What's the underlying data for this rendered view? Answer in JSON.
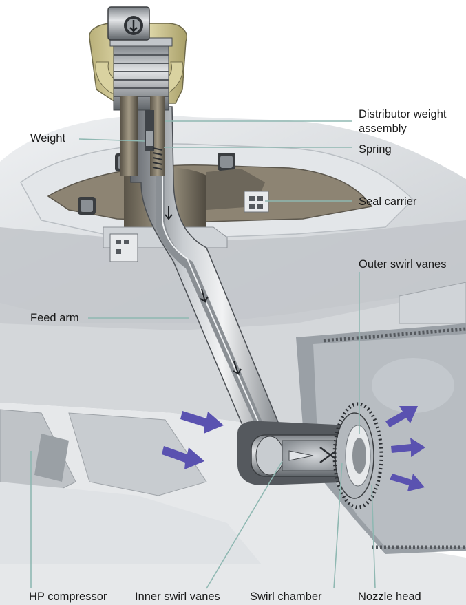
{
  "labels": {
    "distributor_line1": "Distributor weight",
    "distributor_line2": "assembly",
    "weight": "Weight",
    "spring": "Spring",
    "seal_carrier": "Seal carrier",
    "outer_swirl_vanes": "Outer swirl vanes",
    "feed_arm": "Feed arm",
    "hp_compressor": "HP compressor",
    "inner_swirl_vanes": "Inner swirl vanes",
    "swirl_chamber": "Swirl chamber",
    "nozzle_head": "Nozzle head"
  },
  "colors": {
    "leader": "#8fb8b2",
    "metal_light": "#d9dcdf",
    "metal_mid": "#b4b9be",
    "metal_dark": "#6e7378",
    "bronze": "#8a8070",
    "gold": "#d8d09a",
    "arrow": "#5a52b0"
  }
}
